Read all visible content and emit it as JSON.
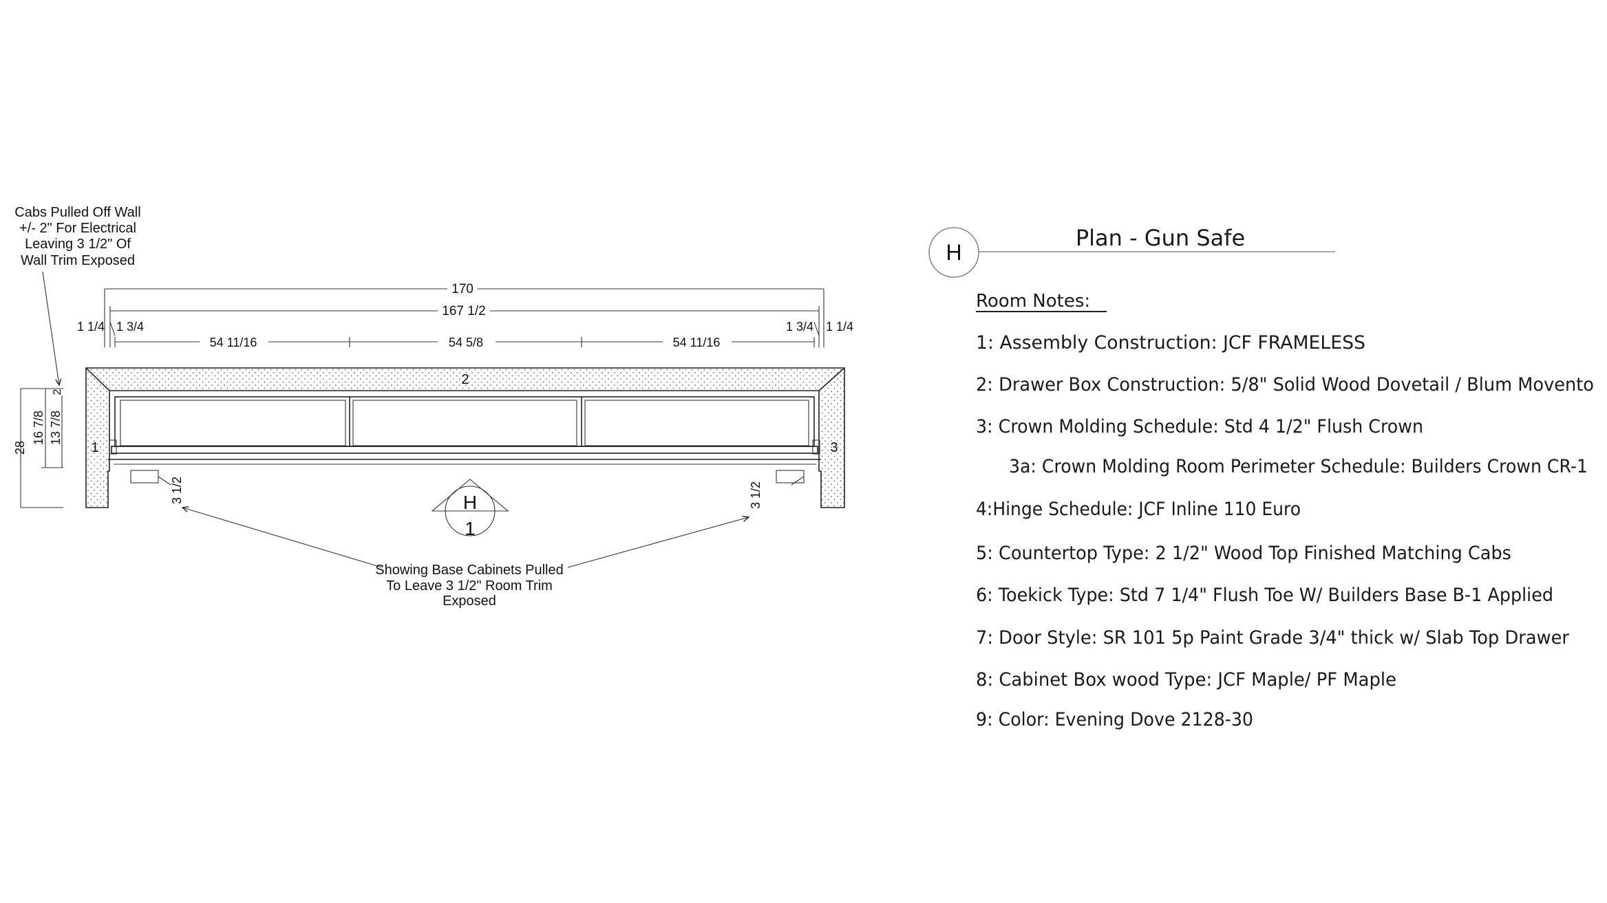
{
  "drawing": {
    "left_callout": [
      "Cabs Pulled Off Wall",
      "+/- 2\" For Electrical",
      "Leaving 3 1/2\" Of",
      "Wall Trim Exposed"
    ],
    "bottom_callout": [
      "Showing Base Cabinets Pulled",
      "To Leave 3 1/2\" Room Trim",
      "Exposed"
    ],
    "dims": {
      "overall": "170",
      "inner": "167 1/2",
      "left_outer": "1 1/4",
      "left_inner": "1 3/4",
      "right_inner": "1 3/4",
      "right_outer": "1 1/4",
      "seg1": "54 11/16",
      "seg2": "54 5/8",
      "seg3": "54 11/16",
      "v_total": "28",
      "v_mid": "16 7/8",
      "v_small": "13 7/8",
      "v_top": "2",
      "trim_left": "3 1/2",
      "trim_right": "3 1/2"
    },
    "tags": {
      "top": "2",
      "left": "1",
      "right": "3"
    },
    "elevation_marker": {
      "letter": "H",
      "number": "1"
    }
  },
  "title_block": {
    "marker": "H",
    "title": "Plan - Gun Safe"
  },
  "notes": {
    "heading": "Room Notes:",
    "items": [
      "1: Assembly Construction: JCF FRAMELESS",
      "2: Drawer Box Construction: 5/8\" Solid Wood Dovetail / Blum Movento",
      "3: Crown Molding Schedule: Std 4 1/2\" Flush Crown",
      "3a: Crown Molding Room Perimeter Schedule: Builders Crown CR-1",
      "4:Hinge Schedule: JCF Inline 110 Euro",
      "5: Countertop Type: 2 1/2\" Wood Top Finished Matching Cabs",
      "6: Toekick Type: Std 7 1/4\" Flush Toe W/ Builders Base B-1 Applied",
      "7: Door Style: SR 101 5p Paint Grade 3/4\" thick w/ Slab Top Drawer",
      "8: Cabinet Box wood Type: JCF Maple/ PF Maple",
      "9: Color: Evening Dove 2128-30"
    ]
  }
}
